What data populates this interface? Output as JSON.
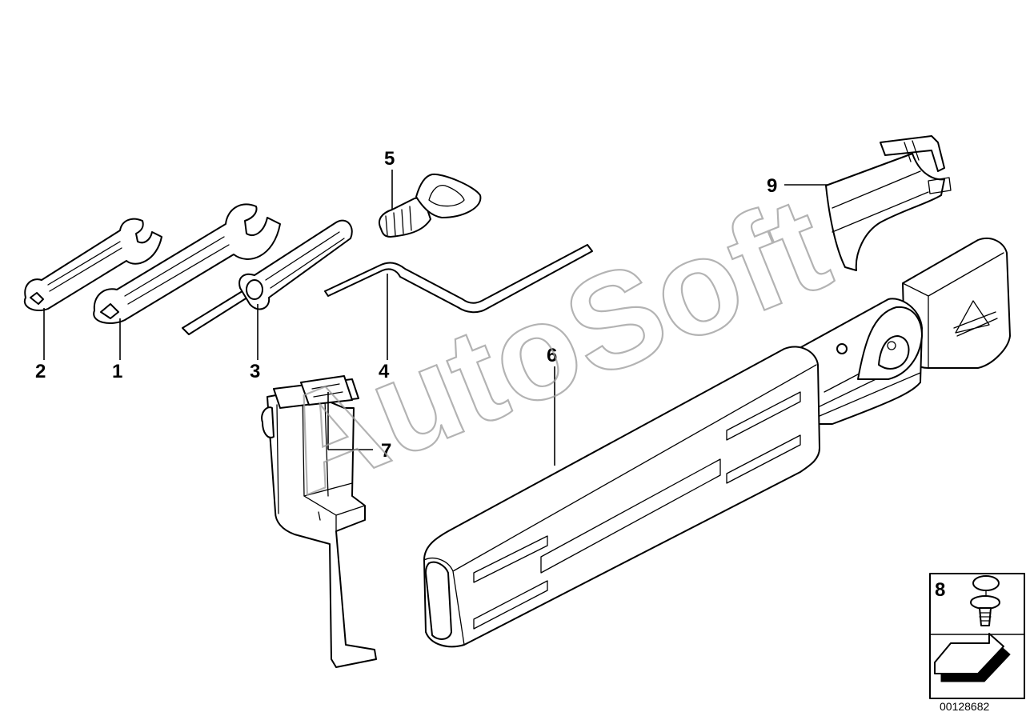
{
  "watermark": "AutoSoft",
  "callouts": {
    "c1": "1",
    "c2": "2",
    "c3": "3",
    "c4": "4",
    "c5": "5",
    "c6": "6",
    "c7": "7",
    "c8": "8",
    "c9": "9"
  },
  "diagram_code": "00128682",
  "colors": {
    "line": "#000000",
    "watermark": "#9a9a9a",
    "background": "#ffffff"
  }
}
